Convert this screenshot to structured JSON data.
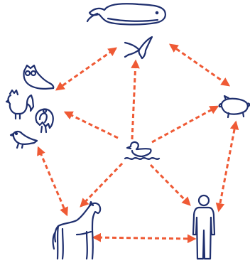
{
  "colors": {
    "arrow": "#ef5a35",
    "icon": "#1f2f6e",
    "background": "#ffffff"
  },
  "nodes": [
    {
      "id": "duck",
      "icon": "duck-icon"
    },
    {
      "id": "whale",
      "icon": "whale-icon"
    },
    {
      "id": "bird",
      "icon": "bird-icon"
    },
    {
      "id": "pig",
      "icon": "pig-icon"
    },
    {
      "id": "human",
      "icon": "human-icon"
    },
    {
      "id": "horse",
      "icon": "horse-icon"
    },
    {
      "id": "poultry",
      "icon": "poultry-group-icon"
    },
    {
      "id": "turkey",
      "icon": "turkey-icon"
    }
  ],
  "edges": [
    {
      "from": "duck",
      "to": "bird",
      "bidirectional": false
    },
    {
      "from": "duck",
      "to": "pig",
      "bidirectional": false
    },
    {
      "from": "duck",
      "to": "human",
      "bidirectional": false
    },
    {
      "from": "duck",
      "to": "horse",
      "bidirectional": false
    },
    {
      "from": "duck",
      "to": "turkey",
      "bidirectional": false
    },
    {
      "from": "bird",
      "to": "pig",
      "bidirectional": true
    },
    {
      "from": "pig",
      "to": "human",
      "bidirectional": true
    },
    {
      "from": "human",
      "to": "horse",
      "bidirectional": true
    },
    {
      "from": "horse",
      "to": "poultry",
      "bidirectional": true
    },
    {
      "from": "poultry",
      "to": "bird",
      "bidirectional": true
    }
  ]
}
